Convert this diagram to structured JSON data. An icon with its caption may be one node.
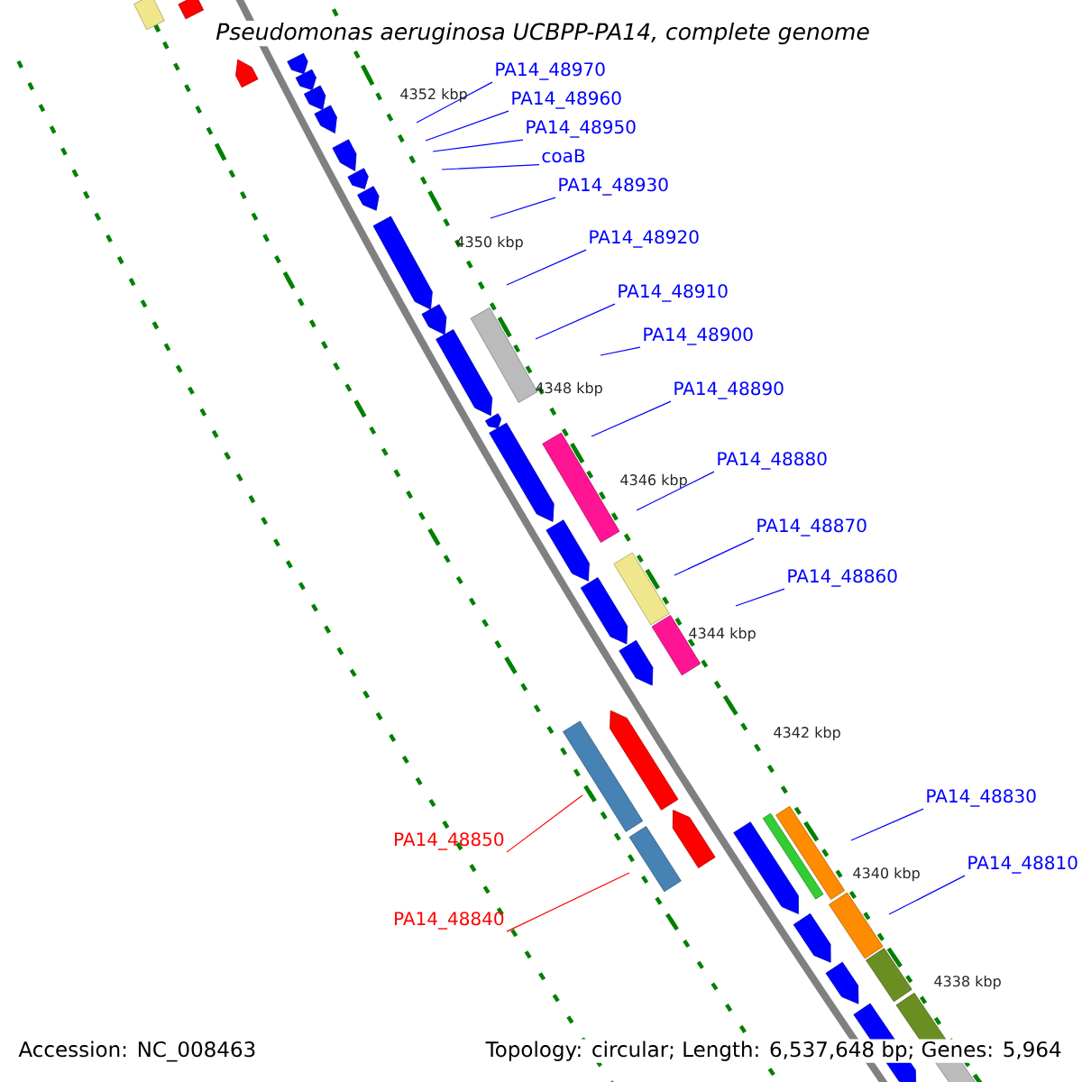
{
  "diagram": {
    "title": "Pseudomonas aeruginosa UCBPP-PA14, complete genome",
    "nodes": [
      {
        "text": [
          "PA14_48970"
        ]
      },
      {
        "text": [
          "PA14_48960"
        ]
      },
      {
        "text": [
          "PA14_48950"
        ]
      },
      {
        "text": [
          "coaB"
        ]
      },
      {
        "text": [
          "PA14_48930"
        ]
      },
      {
        "text": [
          "PA14_48920"
        ]
      },
      {
        "text": [
          "PA14_48910"
        ]
      },
      {
        "text": [
          "PA14_48900"
        ]
      },
      {
        "text": [
          "PA14_48890"
        ]
      },
      {
        "text": [
          "PA14_48880"
        ]
      },
      {
        "text": [
          "PA14_48870"
        ]
      },
      {
        "text": [
          "PA14_48860"
        ]
      },
      {
        "text": [
          "PA14_48830"
        ]
      },
      {
        "text": [
          "PA14_48850"
        ]
      },
      {
        "text": [
          "PA14_48810"
        ]
      },
      {
        "text": [
          "PA14_48840"
        ]
      }
    ],
    "edges": [
      {
        "from": 0,
        "to": null,
        "arrow": "none"
      },
      {
        "from": 1,
        "to": null,
        "arrow": "none"
      },
      {
        "from": 2,
        "to": null,
        "arrow": "none"
      },
      {
        "from": 3,
        "to": null,
        "arrow": "none"
      },
      {
        "from": 4,
        "to": null,
        "arrow": "none"
      },
      {
        "from": 5,
        "to": null,
        "arrow": "none"
      },
      {
        "from": 6,
        "to": null,
        "arrow": "none"
      },
      {
        "from": 7,
        "to": null,
        "arrow": "none"
      },
      {
        "from": 8,
        "to": null,
        "arrow": "none"
      },
      {
        "from": 9,
        "to": null,
        "arrow": "none"
      },
      {
        "from": 10,
        "to": null,
        "arrow": "none"
      },
      {
        "from": 11,
        "to": null,
        "arrow": "none"
      },
      {
        "from": 12,
        "to": null,
        "arrow": "none"
      },
      {
        "from": 13,
        "to": null,
        "arrow": "none",
        "color": "#ff0000"
      },
      {
        "from": 14,
        "to": null,
        "arrow": "none"
      },
      {
        "from": 15,
        "to": null,
        "arrow": "none",
        "color": "#ff0000"
      }
    ],
    "labels": [
      "4352 kbp",
      "4350 kbp",
      "4348 kbp",
      "4346 kbp",
      "4344 kbp",
      "4342 kbp",
      "4340 kbp",
      "4338 kbp",
      "Accession: NC_008463",
      "Topology: circular; Length: 6,537,648 bp; Genes: 5,964"
    ]
  }
}
